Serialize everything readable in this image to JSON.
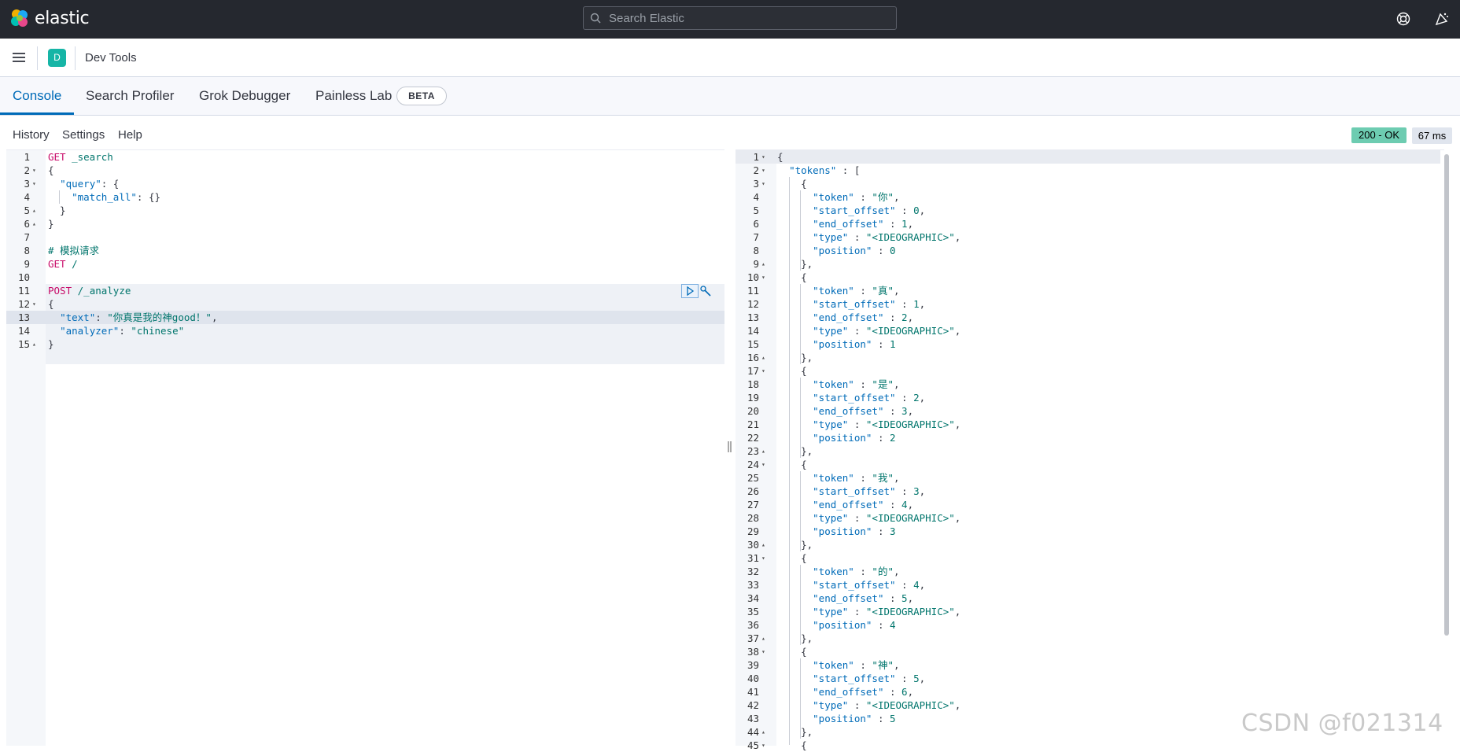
{
  "header": {
    "brand": "elastic",
    "search_placeholder": "Search Elastic",
    "icons": [
      "help-icon",
      "newsfeed-icon"
    ]
  },
  "breadcrumb": {
    "avatar_letter": "D",
    "title": "Dev Tools"
  },
  "tabs": [
    {
      "label": "Console",
      "active": true
    },
    {
      "label": "Search Profiler",
      "active": false
    },
    {
      "label": "Grok Debugger",
      "active": false
    },
    {
      "label": "Painless Lab",
      "active": false
    }
  ],
  "beta_badge": "BETA",
  "console_menu": [
    "History",
    "Settings",
    "Help"
  ],
  "status": {
    "code": "200 - OK",
    "time": "67 ms"
  },
  "request_editor": {
    "lines": [
      {
        "n": "1",
        "fold": "",
        "parts": [
          [
            "m",
            "GET"
          ],
          [
            "p",
            " "
          ],
          [
            "u",
            "_search"
          ]
        ]
      },
      {
        "n": "2",
        "fold": "▾",
        "parts": [
          [
            "p",
            "{"
          ]
        ]
      },
      {
        "n": "3",
        "fold": "▾",
        "parts": [
          [
            "p",
            "  "
          ],
          [
            "k",
            "\"query\""
          ],
          [
            "p",
            ": {"
          ]
        ]
      },
      {
        "n": "4",
        "fold": "",
        "parts": [
          [
            "p",
            "    "
          ],
          [
            "k",
            "\"match_all\""
          ],
          [
            "p",
            ": {}"
          ]
        ]
      },
      {
        "n": "5",
        "fold": "▴",
        "parts": [
          [
            "p",
            "  }"
          ]
        ]
      },
      {
        "n": "6",
        "fold": "▴",
        "parts": [
          [
            "p",
            "}"
          ]
        ]
      },
      {
        "n": "7",
        "fold": "",
        "parts": []
      },
      {
        "n": "8",
        "fold": "",
        "parts": [
          [
            "c",
            "# 模拟请求"
          ]
        ]
      },
      {
        "n": "9",
        "fold": "",
        "parts": [
          [
            "m",
            "GET"
          ],
          [
            "p",
            " "
          ],
          [
            "u",
            "/"
          ]
        ]
      },
      {
        "n": "10",
        "fold": "",
        "parts": []
      },
      {
        "n": "11",
        "fold": "",
        "parts": [
          [
            "m",
            "POST"
          ],
          [
            "p",
            " "
          ],
          [
            "u",
            "/_analyze"
          ]
        ]
      },
      {
        "n": "12",
        "fold": "▾",
        "parts": [
          [
            "p",
            "{"
          ]
        ]
      },
      {
        "n": "13",
        "fold": "",
        "parts": [
          [
            "p",
            "  "
          ],
          [
            "k",
            "\"text\""
          ],
          [
            "p",
            ": "
          ],
          [
            "s",
            "\"你真是我的神good！\""
          ],
          [
            "p",
            ","
          ]
        ]
      },
      {
        "n": "14",
        "fold": "",
        "parts": [
          [
            "p",
            "  "
          ],
          [
            "k",
            "\"analyzer\""
          ],
          [
            "p",
            ": "
          ],
          [
            "s",
            "\"chinese\""
          ]
        ]
      },
      {
        "n": "15",
        "fold": "▴",
        "parts": [
          [
            "p",
            "}"
          ]
        ]
      }
    ]
  },
  "response_editor": {
    "lines": [
      {
        "n": "1",
        "fold": "▾",
        "parts": [
          [
            "p",
            "{"
          ]
        ]
      },
      {
        "n": "2",
        "fold": "▾",
        "parts": [
          [
            "p",
            "  "
          ],
          [
            "k",
            "\"tokens\""
          ],
          [
            "p",
            " : ["
          ]
        ]
      },
      {
        "n": "3",
        "fold": "▾",
        "parts": [
          [
            "p",
            "    {"
          ]
        ]
      },
      {
        "n": "4",
        "fold": "",
        "parts": [
          [
            "p",
            "      "
          ],
          [
            "k",
            "\"token\""
          ],
          [
            "p",
            " : "
          ],
          [
            "s",
            "\"你\""
          ],
          [
            "p",
            ","
          ]
        ]
      },
      {
        "n": "5",
        "fold": "",
        "parts": [
          [
            "p",
            "      "
          ],
          [
            "k",
            "\"start_offset\""
          ],
          [
            "p",
            " : "
          ],
          [
            "d",
            "0"
          ],
          [
            "p",
            ","
          ]
        ]
      },
      {
        "n": "6",
        "fold": "",
        "parts": [
          [
            "p",
            "      "
          ],
          [
            "k",
            "\"end_offset\""
          ],
          [
            "p",
            " : "
          ],
          [
            "d",
            "1"
          ],
          [
            "p",
            ","
          ]
        ]
      },
      {
        "n": "7",
        "fold": "",
        "parts": [
          [
            "p",
            "      "
          ],
          [
            "k",
            "\"type\""
          ],
          [
            "p",
            " : "
          ],
          [
            "s",
            "\"<IDEOGRAPHIC>\""
          ],
          [
            "p",
            ","
          ]
        ]
      },
      {
        "n": "8",
        "fold": "",
        "parts": [
          [
            "p",
            "      "
          ],
          [
            "k",
            "\"position\""
          ],
          [
            "p",
            " : "
          ],
          [
            "d",
            "0"
          ]
        ]
      },
      {
        "n": "9",
        "fold": "▴",
        "parts": [
          [
            "p",
            "    },"
          ]
        ]
      },
      {
        "n": "10",
        "fold": "▾",
        "parts": [
          [
            "p",
            "    {"
          ]
        ]
      },
      {
        "n": "11",
        "fold": "",
        "parts": [
          [
            "p",
            "      "
          ],
          [
            "k",
            "\"token\""
          ],
          [
            "p",
            " : "
          ],
          [
            "s",
            "\"真\""
          ],
          [
            "p",
            ","
          ]
        ]
      },
      {
        "n": "12",
        "fold": "",
        "parts": [
          [
            "p",
            "      "
          ],
          [
            "k",
            "\"start_offset\""
          ],
          [
            "p",
            " : "
          ],
          [
            "d",
            "1"
          ],
          [
            "p",
            ","
          ]
        ]
      },
      {
        "n": "13",
        "fold": "",
        "parts": [
          [
            "p",
            "      "
          ],
          [
            "k",
            "\"end_offset\""
          ],
          [
            "p",
            " : "
          ],
          [
            "d",
            "2"
          ],
          [
            "p",
            ","
          ]
        ]
      },
      {
        "n": "14",
        "fold": "",
        "parts": [
          [
            "p",
            "      "
          ],
          [
            "k",
            "\"type\""
          ],
          [
            "p",
            " : "
          ],
          [
            "s",
            "\"<IDEOGRAPHIC>\""
          ],
          [
            "p",
            ","
          ]
        ]
      },
      {
        "n": "15",
        "fold": "",
        "parts": [
          [
            "p",
            "      "
          ],
          [
            "k",
            "\"position\""
          ],
          [
            "p",
            " : "
          ],
          [
            "d",
            "1"
          ]
        ]
      },
      {
        "n": "16",
        "fold": "▴",
        "parts": [
          [
            "p",
            "    },"
          ]
        ]
      },
      {
        "n": "17",
        "fold": "▾",
        "parts": [
          [
            "p",
            "    {"
          ]
        ]
      },
      {
        "n": "18",
        "fold": "",
        "parts": [
          [
            "p",
            "      "
          ],
          [
            "k",
            "\"token\""
          ],
          [
            "p",
            " : "
          ],
          [
            "s",
            "\"是\""
          ],
          [
            "p",
            ","
          ]
        ]
      },
      {
        "n": "19",
        "fold": "",
        "parts": [
          [
            "p",
            "      "
          ],
          [
            "k",
            "\"start_offset\""
          ],
          [
            "p",
            " : "
          ],
          [
            "d",
            "2"
          ],
          [
            "p",
            ","
          ]
        ]
      },
      {
        "n": "20",
        "fold": "",
        "parts": [
          [
            "p",
            "      "
          ],
          [
            "k",
            "\"end_offset\""
          ],
          [
            "p",
            " : "
          ],
          [
            "d",
            "3"
          ],
          [
            "p",
            ","
          ]
        ]
      },
      {
        "n": "21",
        "fold": "",
        "parts": [
          [
            "p",
            "      "
          ],
          [
            "k",
            "\"type\""
          ],
          [
            "p",
            " : "
          ],
          [
            "s",
            "\"<IDEOGRAPHIC>\""
          ],
          [
            "p",
            ","
          ]
        ]
      },
      {
        "n": "22",
        "fold": "",
        "parts": [
          [
            "p",
            "      "
          ],
          [
            "k",
            "\"position\""
          ],
          [
            "p",
            " : "
          ],
          [
            "d",
            "2"
          ]
        ]
      },
      {
        "n": "23",
        "fold": "▴",
        "parts": [
          [
            "p",
            "    },"
          ]
        ]
      },
      {
        "n": "24",
        "fold": "▾",
        "parts": [
          [
            "p",
            "    {"
          ]
        ]
      },
      {
        "n": "25",
        "fold": "",
        "parts": [
          [
            "p",
            "      "
          ],
          [
            "k",
            "\"token\""
          ],
          [
            "p",
            " : "
          ],
          [
            "s",
            "\"我\""
          ],
          [
            "p",
            ","
          ]
        ]
      },
      {
        "n": "26",
        "fold": "",
        "parts": [
          [
            "p",
            "      "
          ],
          [
            "k",
            "\"start_offset\""
          ],
          [
            "p",
            " : "
          ],
          [
            "d",
            "3"
          ],
          [
            "p",
            ","
          ]
        ]
      },
      {
        "n": "27",
        "fold": "",
        "parts": [
          [
            "p",
            "      "
          ],
          [
            "k",
            "\"end_offset\""
          ],
          [
            "p",
            " : "
          ],
          [
            "d",
            "4"
          ],
          [
            "p",
            ","
          ]
        ]
      },
      {
        "n": "28",
        "fold": "",
        "parts": [
          [
            "p",
            "      "
          ],
          [
            "k",
            "\"type\""
          ],
          [
            "p",
            " : "
          ],
          [
            "s",
            "\"<IDEOGRAPHIC>\""
          ],
          [
            "p",
            ","
          ]
        ]
      },
      {
        "n": "29",
        "fold": "",
        "parts": [
          [
            "p",
            "      "
          ],
          [
            "k",
            "\"position\""
          ],
          [
            "p",
            " : "
          ],
          [
            "d",
            "3"
          ]
        ]
      },
      {
        "n": "30",
        "fold": "▴",
        "parts": [
          [
            "p",
            "    },"
          ]
        ]
      },
      {
        "n": "31",
        "fold": "▾",
        "parts": [
          [
            "p",
            "    {"
          ]
        ]
      },
      {
        "n": "32",
        "fold": "",
        "parts": [
          [
            "p",
            "      "
          ],
          [
            "k",
            "\"token\""
          ],
          [
            "p",
            " : "
          ],
          [
            "s",
            "\"的\""
          ],
          [
            "p",
            ","
          ]
        ]
      },
      {
        "n": "33",
        "fold": "",
        "parts": [
          [
            "p",
            "      "
          ],
          [
            "k",
            "\"start_offset\""
          ],
          [
            "p",
            " : "
          ],
          [
            "d",
            "4"
          ],
          [
            "p",
            ","
          ]
        ]
      },
      {
        "n": "34",
        "fold": "",
        "parts": [
          [
            "p",
            "      "
          ],
          [
            "k",
            "\"end_offset\""
          ],
          [
            "p",
            " : "
          ],
          [
            "d",
            "5"
          ],
          [
            "p",
            ","
          ]
        ]
      },
      {
        "n": "35",
        "fold": "",
        "parts": [
          [
            "p",
            "      "
          ],
          [
            "k",
            "\"type\""
          ],
          [
            "p",
            " : "
          ],
          [
            "s",
            "\"<IDEOGRAPHIC>\""
          ],
          [
            "p",
            ","
          ]
        ]
      },
      {
        "n": "36",
        "fold": "",
        "parts": [
          [
            "p",
            "      "
          ],
          [
            "k",
            "\"position\""
          ],
          [
            "p",
            " : "
          ],
          [
            "d",
            "4"
          ]
        ]
      },
      {
        "n": "37",
        "fold": "▴",
        "parts": [
          [
            "p",
            "    },"
          ]
        ]
      },
      {
        "n": "38",
        "fold": "▾",
        "parts": [
          [
            "p",
            "    {"
          ]
        ]
      },
      {
        "n": "39",
        "fold": "",
        "parts": [
          [
            "p",
            "      "
          ],
          [
            "k",
            "\"token\""
          ],
          [
            "p",
            " : "
          ],
          [
            "s",
            "\"神\""
          ],
          [
            "p",
            ","
          ]
        ]
      },
      {
        "n": "40",
        "fold": "",
        "parts": [
          [
            "p",
            "      "
          ],
          [
            "k",
            "\"start_offset\""
          ],
          [
            "p",
            " : "
          ],
          [
            "d",
            "5"
          ],
          [
            "p",
            ","
          ]
        ]
      },
      {
        "n": "41",
        "fold": "",
        "parts": [
          [
            "p",
            "      "
          ],
          [
            "k",
            "\"end_offset\""
          ],
          [
            "p",
            " : "
          ],
          [
            "d",
            "6"
          ],
          [
            "p",
            ","
          ]
        ]
      },
      {
        "n": "42",
        "fold": "",
        "parts": [
          [
            "p",
            "      "
          ],
          [
            "k",
            "\"type\""
          ],
          [
            "p",
            " : "
          ],
          [
            "s",
            "\"<IDEOGRAPHIC>\""
          ],
          [
            "p",
            ","
          ]
        ]
      },
      {
        "n": "43",
        "fold": "",
        "parts": [
          [
            "p",
            "      "
          ],
          [
            "k",
            "\"position\""
          ],
          [
            "p",
            " : "
          ],
          [
            "d",
            "5"
          ]
        ]
      },
      {
        "n": "44",
        "fold": "▴",
        "parts": [
          [
            "p",
            "    },"
          ]
        ]
      },
      {
        "n": "45",
        "fold": "▾",
        "parts": [
          [
            "p",
            "    {"
          ]
        ]
      }
    ]
  },
  "watermark": "CSDN @f021314",
  "colors": {
    "header_bg": "#25282f",
    "accent": "#006bb8",
    "status_ok": "#6dccb1",
    "method": "#c80a68",
    "string": "#00756c",
    "key": "#006bb8"
  }
}
